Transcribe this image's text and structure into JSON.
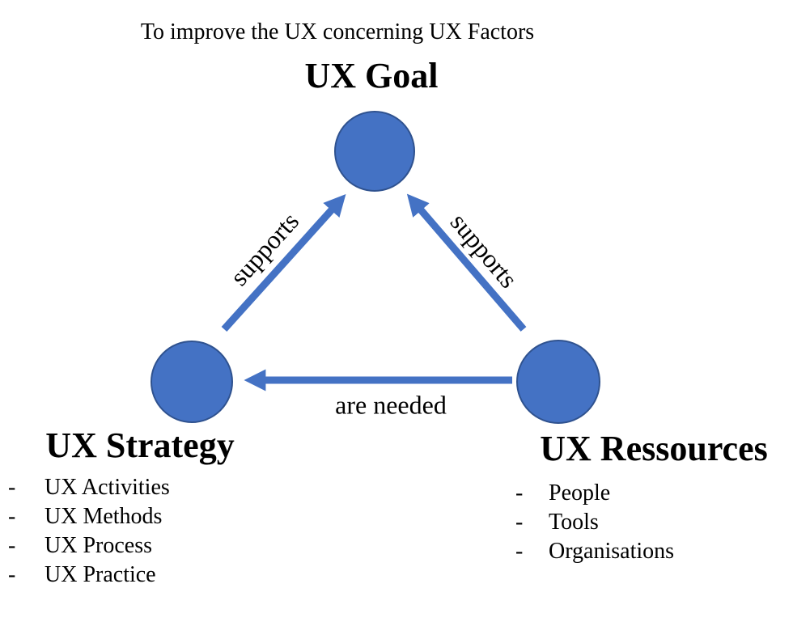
{
  "title": "To improve the UX concerning UX Factors",
  "colors": {
    "node_fill": "#4472C4",
    "node_border": "#2F528F",
    "arrow": "#4472C4",
    "text": "#000000"
  },
  "list_marker": "-",
  "nodes": {
    "goal": {
      "label": "UX Goal"
    },
    "strategy": {
      "label": "UX Strategy",
      "items": [
        "UX Activities",
        "UX Methods",
        "UX Process",
        "UX Practice"
      ]
    },
    "resources": {
      "label": "UX Ressources",
      "items": [
        "People",
        "Tools",
        "Organisations"
      ]
    }
  },
  "edges": {
    "strategy_to_goal": {
      "label": "supports"
    },
    "resources_to_goal": {
      "label": "supports"
    },
    "resources_to_strategy": {
      "label": "are needed"
    }
  }
}
